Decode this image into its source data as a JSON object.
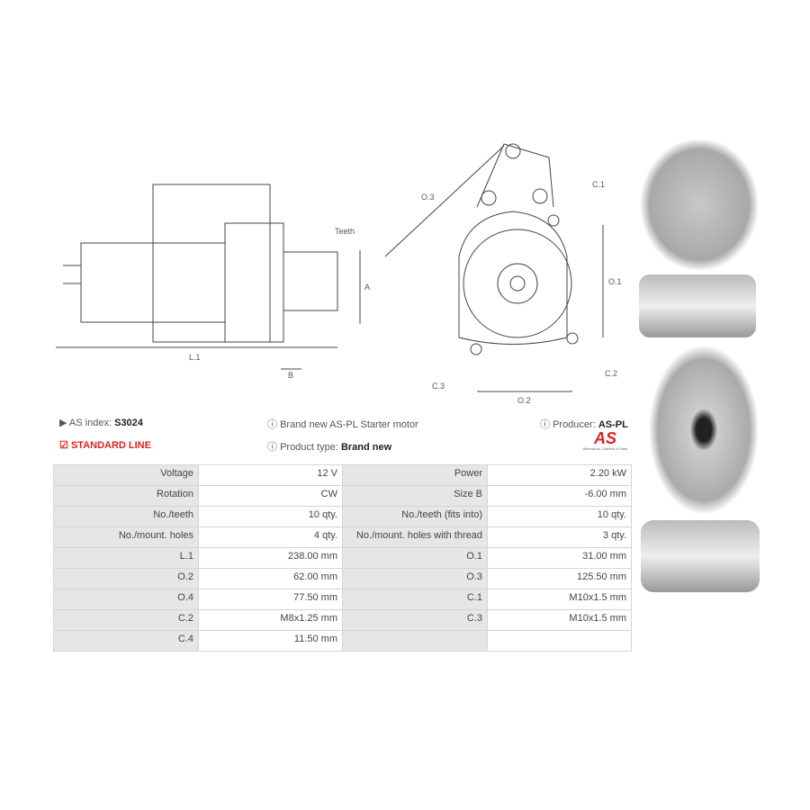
{
  "drawing_labels": {
    "teeth": "Teeth",
    "a": "A",
    "l1": "L.1",
    "b": "B",
    "o3": "O.3",
    "c1": "C.1",
    "o1": "O.1",
    "c2": "C.2",
    "c3": "C.3",
    "o2": "O.2"
  },
  "info": {
    "as_index_label": "AS index:",
    "as_index_value": "S3024",
    "line": "STANDARD LINE",
    "description": "Brand new AS-PL Starter motor",
    "product_type_label": "Product type:",
    "product_type_value": "Brand new",
    "producer_label": "Producer:",
    "producer_value": "AS-PL",
    "logo_text": "AS",
    "logo_tagline": "Alternators, Starters & Parts"
  },
  "specs": [
    [
      "Voltage",
      "12 V",
      "Power",
      "2.20 kW"
    ],
    [
      "Rotation",
      "CW",
      "Size B",
      "-6.00 mm"
    ],
    [
      "No./teeth",
      "10 qty.",
      "No./teeth (fits into)",
      "10 qty."
    ],
    [
      "No./mount. holes",
      "4 qty.",
      "No./mount. holes with thread",
      "3 qty."
    ],
    [
      "L.1",
      "238.00 mm",
      "O.1",
      "31.00 mm"
    ],
    [
      "O.2",
      "62.00 mm",
      "O.3",
      "125.50 mm"
    ],
    [
      "O.4",
      "77.50 mm",
      "C.1",
      "M10x1.5 mm"
    ],
    [
      "C.2",
      "M8x1.25 mm",
      "C.3",
      "M10x1.5 mm"
    ],
    [
      "C.4",
      "11.50 mm",
      "",
      ""
    ]
  ],
  "colors": {
    "accent": "#dd2222",
    "label_bg": "#e6e6e6"
  }
}
